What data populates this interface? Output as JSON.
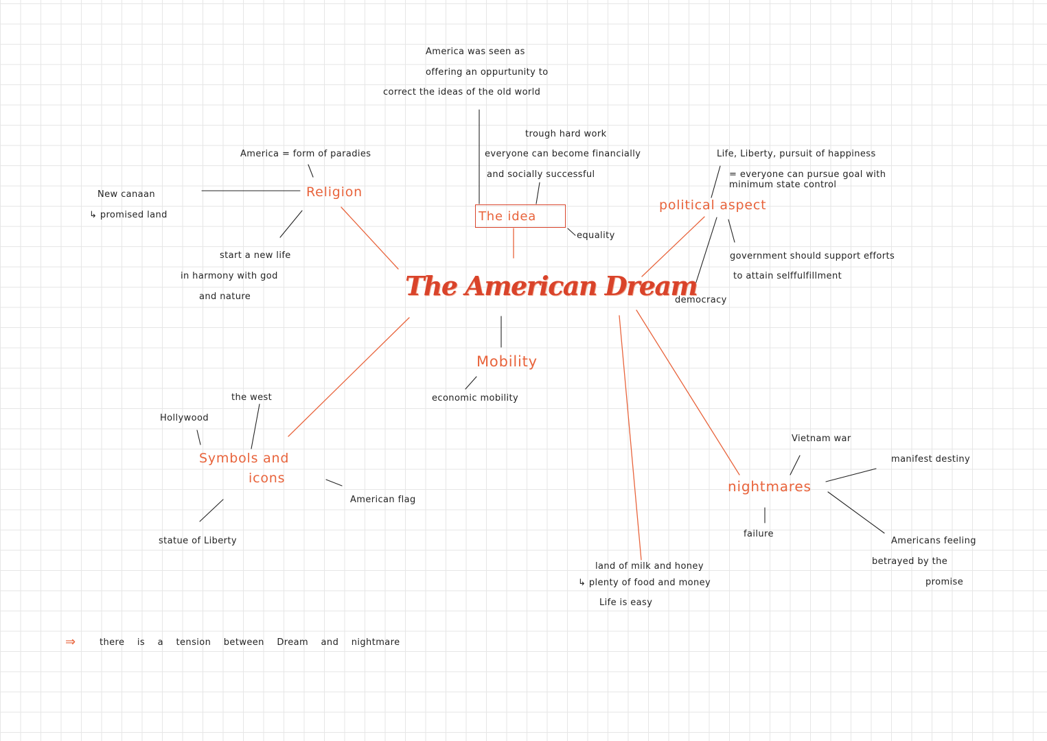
{
  "colors": {
    "accent": "#d9432a",
    "heading": "#e8633b",
    "ink": "#222222",
    "grid": "#e6e6e6"
  },
  "title": "The American Dream",
  "headings": {
    "religion": "Religion",
    "idea": "The idea",
    "political": "political aspect",
    "mobility": "Mobility",
    "symbols": "Symbols and",
    "symbols2": "icons",
    "nightmares": "nightmares"
  },
  "notes": {
    "america_seen_1": "America was seen as",
    "america_seen_2": "offering an oppurtunity to",
    "america_seen_3": "correct the ideas of the old world",
    "hard_work_1": "trough hard work",
    "hard_work_2": "everyone can become financially",
    "hard_work_3": "and socially successful",
    "equality": "equality",
    "paradise": "America = form of paradies",
    "canaan": "New canaan",
    "promised_land": "↳ promised land",
    "new_life_1": "start a new life",
    "new_life_2": "in harmony with god",
    "new_life_3": "and nature",
    "life_liberty": "Life, Liberty, pursuit of happiness",
    "pursue_1": "= everyone can pursue goal with",
    "pursue_2": "minimum state control",
    "government_1": "government should support efforts",
    "government_2": "to attain selffulfillment",
    "democracy": "democracy",
    "economic": "economic mobility",
    "the_west": "the west",
    "hollywood": "Hollywood",
    "american_flag": "American flag",
    "statue": "statue of Liberty",
    "vietnam": "Vietnam war",
    "manifest": "manifest destiny",
    "failure": "failure",
    "betrayed_1": "Americans feeling",
    "betrayed_2": "betrayed by the",
    "betrayed_3": "promise",
    "land_milk_1": "land of milk and honey",
    "land_milk_2": "↳ plenty of food and money",
    "land_milk_3": "Life is easy",
    "arrow": "⇒",
    "tension": "there is a tension between Dream and nightmare"
  }
}
